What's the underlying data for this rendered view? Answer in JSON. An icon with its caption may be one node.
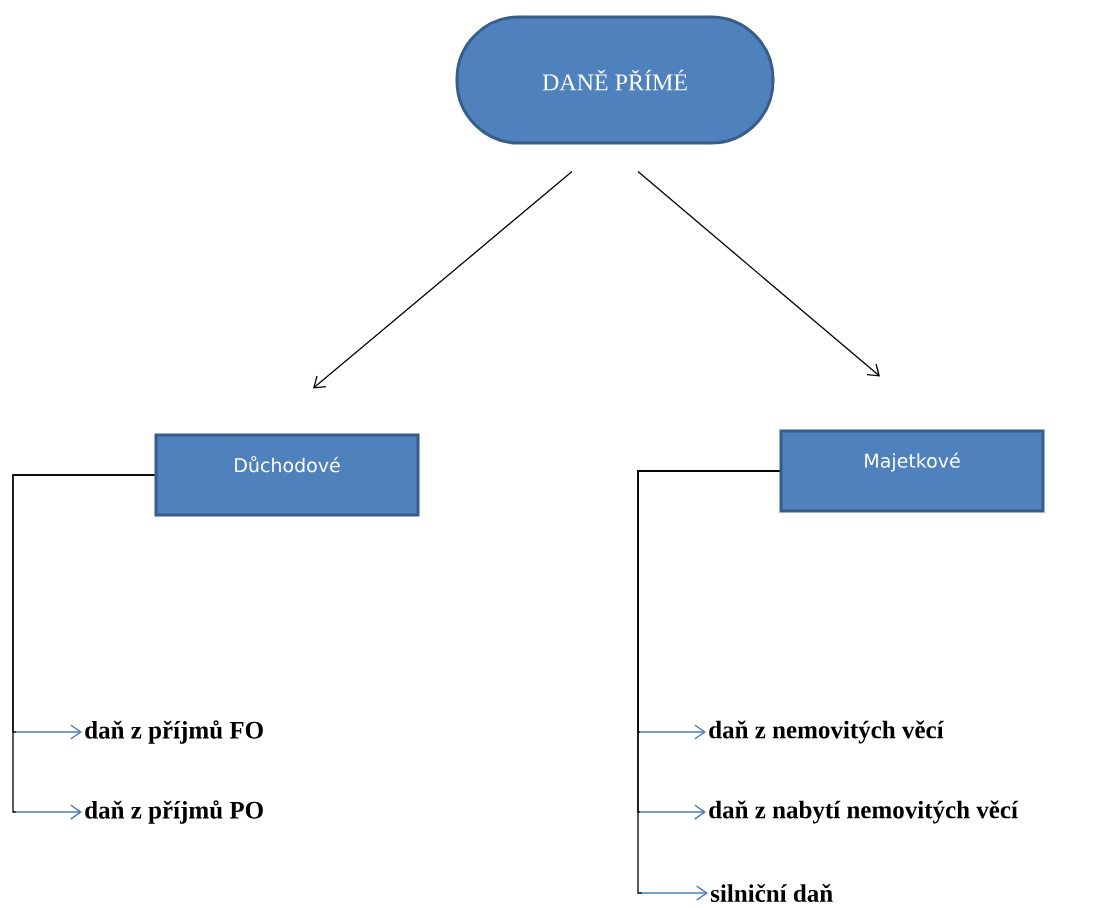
{
  "diagram": {
    "nodes": [
      {
        "text": [
          "DANĚ PŘÍMÉ"
        ]
      },
      {
        "text": [
          "Důchodové"
        ]
      },
      {
        "text": [
          "Majetkové"
        ]
      },
      {
        "text": [
          "daň z příjmů FO"
        ]
      },
      {
        "text": [
          "daň z příjmů PO"
        ]
      },
      {
        "text": [
          "daň z nemovitých věcí"
        ]
      },
      {
        "text": [
          "daň z nabytí nemovitých věcí"
        ]
      },
      {
        "text": [
          "silniční daň"
        ]
      }
    ],
    "edges": [
      {
        "from": 0,
        "to": 1,
        "arrow": "to"
      },
      {
        "from": 0,
        "to": 2,
        "arrow": "to"
      },
      {
        "from": 1,
        "to": 3,
        "arrow": "to"
      },
      {
        "from": 1,
        "to": 4,
        "arrow": "to"
      },
      {
        "from": 2,
        "to": 5,
        "arrow": "to"
      },
      {
        "from": 2,
        "to": 6,
        "arrow": "to"
      },
      {
        "from": 2,
        "to": 7,
        "arrow": "to"
      }
    ]
  }
}
